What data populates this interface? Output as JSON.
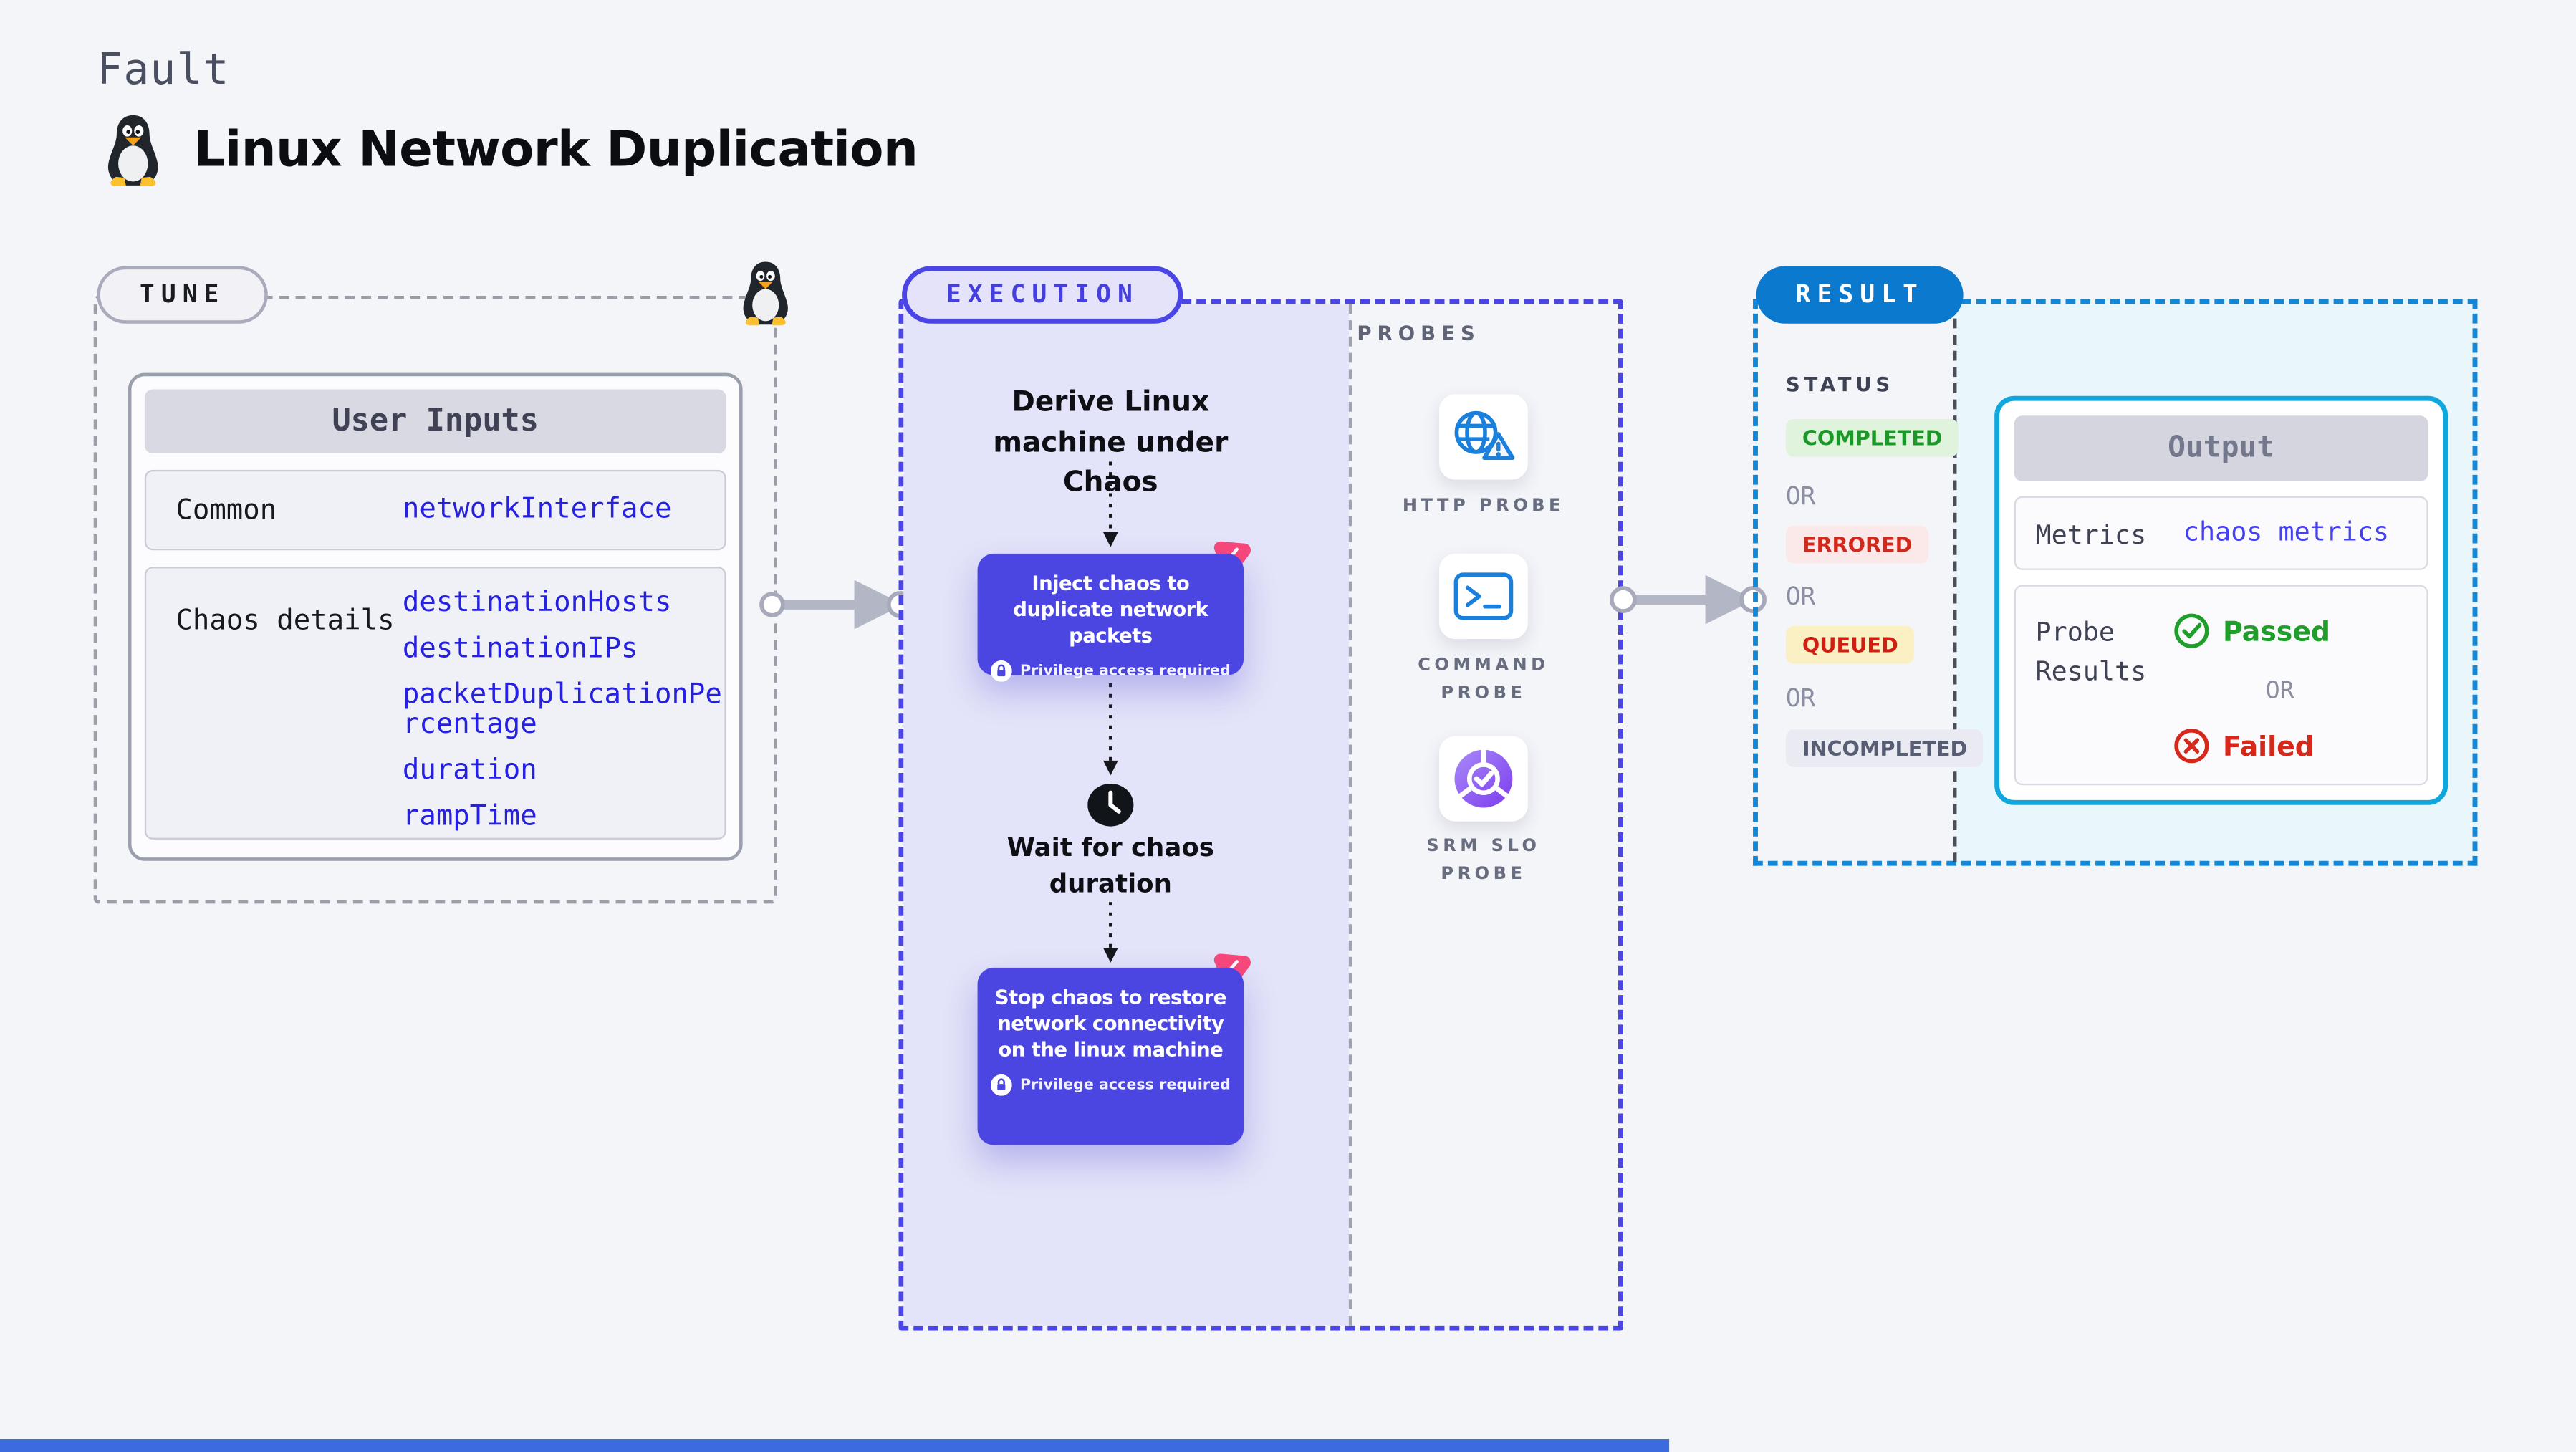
{
  "header": {
    "eyebrow": "Fault",
    "title": "Linux Network Duplication"
  },
  "tune": {
    "pill": "TUNE",
    "user_inputs": {
      "header": "User Inputs",
      "rows": [
        {
          "label": "Common",
          "values": [
            "networkInterface"
          ]
        },
        {
          "label": "Chaos details",
          "values": [
            "destinationHosts",
            "destinationIPs",
            "packetDuplicationPercentage",
            "duration",
            "rampTime"
          ]
        }
      ]
    }
  },
  "execution": {
    "pill": "EXECUTION",
    "derive_label": "Derive Linux machine under Chaos",
    "inject": {
      "label": "Inject chaos to duplicate network packets",
      "badge": "Privilege access required"
    },
    "wait_label": "Wait for chaos duration",
    "stop": {
      "label": "Stop chaos to restore network connectivity on the linux machine",
      "badge": "Privilege access required"
    },
    "probes": {
      "heading": "PROBES",
      "items": [
        {
          "label": "HTTP PROBE",
          "icon": "globe-warning-icon"
        },
        {
          "label": "COMMAND PROBE",
          "icon": "terminal-icon"
        },
        {
          "label": "SRM SLO PROBE",
          "icon": "slo-pie-check-icon"
        }
      ]
    }
  },
  "result": {
    "pill": "RESULT",
    "status": {
      "heading": "STATUS",
      "separator": "OR",
      "items": [
        {
          "label": "COMPLETED",
          "tone": "green"
        },
        {
          "label": "ERRORED",
          "tone": "red"
        },
        {
          "label": "QUEUED",
          "tone": "yellow"
        },
        {
          "label": "INCOMPLETED",
          "tone": "gray"
        }
      ]
    },
    "output": {
      "header": "Output",
      "metrics_label": "Metrics",
      "metrics_value": "chaos metrics",
      "probe_label": "Probe Results",
      "passed": "Passed",
      "or": "OR",
      "failed": "Failed"
    }
  },
  "colors": {
    "page_bg": "#F4F5F9",
    "execution_fill": "#E3E3F9",
    "execution_border": "#4A45E4",
    "chaos_card": "#4B45E1",
    "chaos_accent_pink": "#F9487B",
    "param_link_blue": "#2620E0",
    "metrics_link_indigo": "#4540F0",
    "result_border": "#1386D6",
    "result_pill": "#0B79CE",
    "result_fill": "#E9F6FB",
    "output_border": "#0FA8DE",
    "probe_icon_blue": "#1B80DB",
    "srm_purple": "#7C3BEE",
    "completed_green": "#1D9828",
    "errored_red": "#D3291D",
    "queued_red": "#D01F12",
    "incompleted_gray": "#575D72",
    "arrow_gray": "#B3B6C4"
  }
}
